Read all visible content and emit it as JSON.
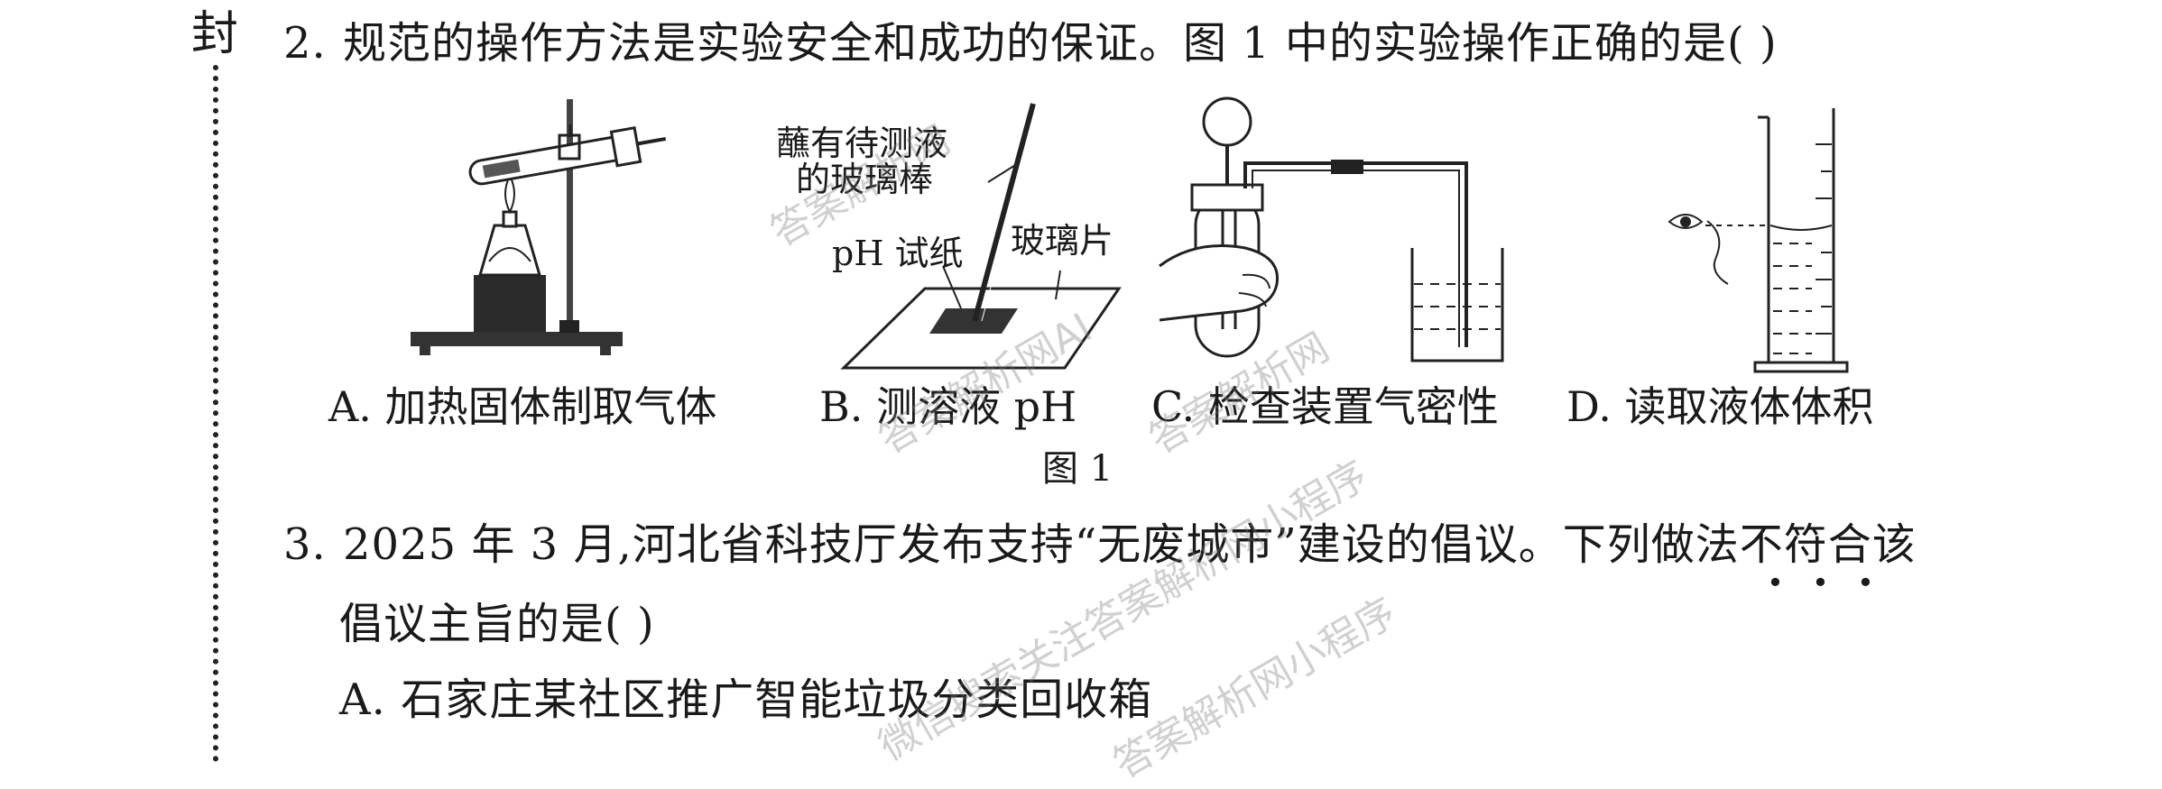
{
  "margin": {
    "seal_char": "封"
  },
  "q2": {
    "number": "2.",
    "stem": "规范的操作方法是实验安全和成功的保证。图 1 中的实验操作正确的是(        )",
    "figure_caption": "图 1",
    "labels": {
      "glass_rod": "蘸有待测液\n的玻璃棒",
      "ph_paper": "pH 试纸",
      "glass_slide": "玻璃片"
    },
    "options": [
      {
        "key": "A.",
        "text": "加热固体制取气体"
      },
      {
        "key": "B.",
        "text": "测溶液 pH"
      },
      {
        "key": "C.",
        "text": "检查装置气密性"
      },
      {
        "key": "D.",
        "text": "读取液体体积"
      }
    ]
  },
  "q3": {
    "number": "3.",
    "stem_line1": "2025 年 3 月,河北省科技厅发布支持“无废城市”建设的倡议。下列做法不符合该",
    "stem_line2": "倡议主旨的是(        )",
    "options": [
      {
        "key": "A.",
        "text": "石家庄某社区推广智能垃圾分类回收箱"
      }
    ]
  },
  "watermarks": [
    "答案解析网",
    "答案解析网AI",
    "答案解析网",
    "微信搜索关注答案解析网小程序",
    "答案解析网小程序"
  ]
}
